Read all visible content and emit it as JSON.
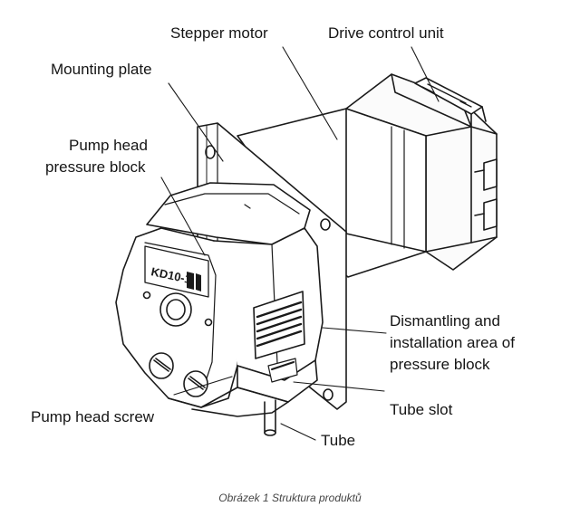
{
  "labels": {
    "stepper_motor": "Stepper motor",
    "drive_control_unit": "Drive control unit",
    "mounting_plate": "Mounting plate",
    "pump_head_pressure_block_line1": "Pump head",
    "pump_head_pressure_block_line2": "pressure block",
    "dismantling_line1": "Dismantling and",
    "dismantling_line2": "installation area of",
    "dismantling_line3": "pressure block",
    "tube_slot": "Tube slot",
    "pump_head_screw": "Pump head screw",
    "tube": "Tube"
  },
  "pump_head_marking": "KD10-1",
  "caption": "Obrázek 1 Struktura produktů"
}
